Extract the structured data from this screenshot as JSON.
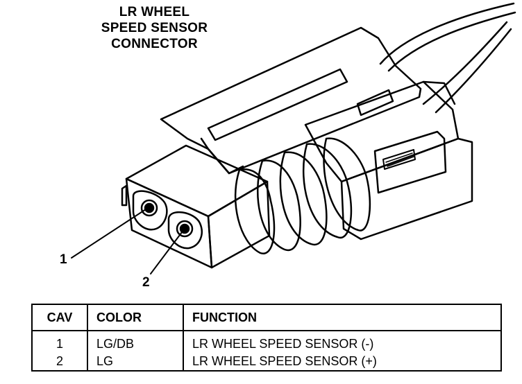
{
  "title": [
    "LR WHEEL",
    "SPEED SENSOR",
    "CONNECTOR"
  ],
  "callouts": {
    "pin1": "1",
    "pin2": "2"
  },
  "table": {
    "headers": {
      "cav": "CAV",
      "color": "COLOR",
      "function": "FUNCTION"
    },
    "rows": [
      {
        "cav": "1",
        "color": "LG/DB",
        "function": "LR WHEEL SPEED SENSOR (-)"
      },
      {
        "cav": "2",
        "color": "LG",
        "function": "LR WHEEL SPEED SENSOR (+)"
      }
    ]
  }
}
